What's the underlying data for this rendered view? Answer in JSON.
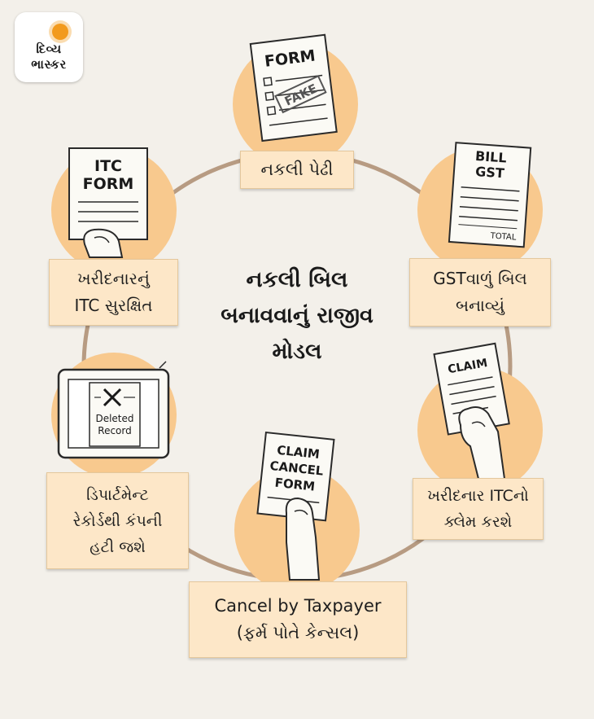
{
  "logo": {
    "line1": "દિવ્ય",
    "line2": "ભાસ્કર"
  },
  "title_lines": [
    "નકલી બિલ",
    "બનાવવાનું રાજીવ",
    "મોડલ"
  ],
  "steps": [
    {
      "lines": [
        "નકલી પેઢી"
      ],
      "doc_text": [
        "FORM",
        "FAKE"
      ]
    },
    {
      "lines": [
        "GSTવાળું બિલ",
        "બનાવ્યું"
      ],
      "doc_text": [
        "BILL",
        "GST",
        "TOTAL"
      ]
    },
    {
      "lines": [
        "ખરીદનાર ITCનો",
        "ક્લેમ કરશે"
      ],
      "doc_text": [
        "CLAIM"
      ]
    },
    {
      "lines": [
        "Cancel by Taxpayer",
        "(ફર્મ પોતે કેન્સલ)"
      ],
      "doc_text": [
        "CLAIM",
        "CANCEL",
        "FORM"
      ]
    },
    {
      "lines": [
        "ડિપાર્ટમેન્ટ",
        "રેકોર્ડથી કંપની",
        "હટી જશે"
      ],
      "doc_text": [
        "Deleted",
        "Record"
      ]
    },
    {
      "lines": [
        "ખરીદનારનું",
        "ITC સુરક્ષિત"
      ],
      "doc_text": [
        "ITC",
        "FORM"
      ]
    }
  ],
  "colors": {
    "background": "#f3f0ea",
    "circle": "#f8c98e",
    "ring": "#b79b82",
    "label_fill": "#fde7c8",
    "logo_sun": "#f29a1d"
  }
}
